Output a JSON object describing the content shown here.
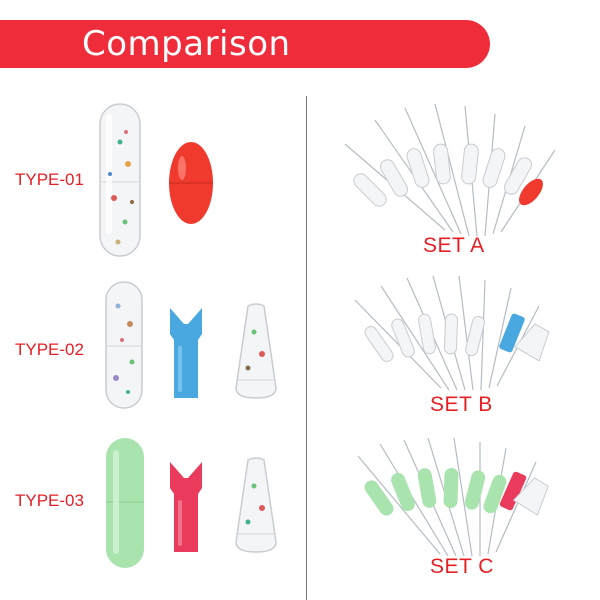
{
  "banner": {
    "title": "Comparison",
    "color": "#ef2d3a"
  },
  "label_color": "#e51f24",
  "types": [
    {
      "label": "TYPE-01",
      "items": [
        "clear-speckled-capsule",
        "red-oval-bead"
      ]
    },
    {
      "label": "TYPE-02",
      "items": [
        "clear-speckled-capsule",
        "blue-forked-stopper",
        "clear-speckled-cone"
      ]
    },
    {
      "label": "TYPE-03",
      "items": [
        "green-capsule",
        "pink-forked-stopper",
        "clear-speckled-cone"
      ]
    }
  ],
  "sets": [
    {
      "label": "SET A",
      "items": [
        "clear-speckled-capsule-rig",
        "red-oval-bead-rig"
      ]
    },
    {
      "label": "SET B",
      "items": [
        "clear-speckled-capsule-rig",
        "blue-forked-stopper-rig",
        "clear-speckled-cone-rig"
      ]
    },
    {
      "label": "SET C",
      "items": [
        "green-capsule-rig",
        "pink-forked-stopper-rig",
        "clear-speckled-cone-rig"
      ]
    }
  ],
  "colors": {
    "red_bead": "#f03a2e",
    "blue_stopper": "#4aa8e0",
    "pink_stopper": "#ea3b5c",
    "green_capsule": "#a9e3ad",
    "clear_body": "#f4f5f7"
  }
}
